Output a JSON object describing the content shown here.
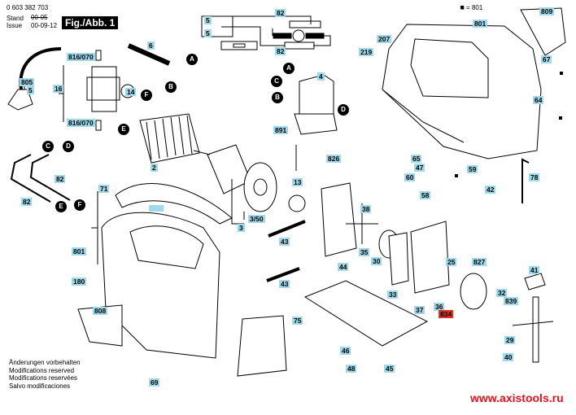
{
  "header": {
    "part_number": "0 603 382 703",
    "stand_label": "Stand",
    "stand_value": "00-05",
    "issue_label": "Issue",
    "issue_value": "00-09-12",
    "figure_title": "Fig./Abb. 1",
    "legend_marker": "■ = 801"
  },
  "footer": {
    "notes": [
      "Änderungen vorbehalten",
      "Modifications reserved",
      "Modifications reservées",
      "Salvo modificaciones"
    ],
    "website": "www.axistools.ru"
  },
  "colors": {
    "label_bg": "#9fd9ec",
    "highlight_label_bg": "#e0321e",
    "website": "#e8101a"
  },
  "parts": {
    "p5a": "5",
    "p5b": "5",
    "p82top": "82",
    "p82bot": "82",
    "p6": "6",
    "p805": "805",
    "p5cord": "5",
    "p16": "16",
    "p816a": "816/070",
    "p816b": "816/070",
    "p14": "14",
    "p2": "2",
    "p4": "4",
    "p891": "891",
    "p207": "207",
    "p219": "219",
    "p801top": "801",
    "p809": "809",
    "p67": "67",
    "p64": "64",
    "p82l": "82",
    "p82r": "82",
    "p71": "71",
    "p3": "3",
    "p350": "3/50",
    "p13": "13",
    "p826": "826",
    "p43a": "43",
    "p43b": "43",
    "p38": "38",
    "p35": "35",
    "p30": "30",
    "p44": "44",
    "p65": "65",
    "p47": "47",
    "p60": "60",
    "p59": "59",
    "p58": "58",
    "p42": "42",
    "p78": "78",
    "p801left": "801",
    "p180": "180",
    "p808": "808",
    "p69": "69",
    "p75": "75",
    "p46": "46",
    "p48": "48",
    "p45": "45",
    "p33": "33",
    "p37": "37",
    "p36": "36",
    "p834": "834",
    "p25": "25",
    "p827": "827",
    "p32": "32",
    "p839": "839",
    "p41": "41",
    "p29": "29",
    "p40": "40"
  },
  "connectors": {
    "A1": "A",
    "B1": "B",
    "F1": "F",
    "E1": "E",
    "A2": "A",
    "C2": "C",
    "B2": "B",
    "D2": "D",
    "C3": "C",
    "D3": "D",
    "E3": "E",
    "F3": "F"
  }
}
